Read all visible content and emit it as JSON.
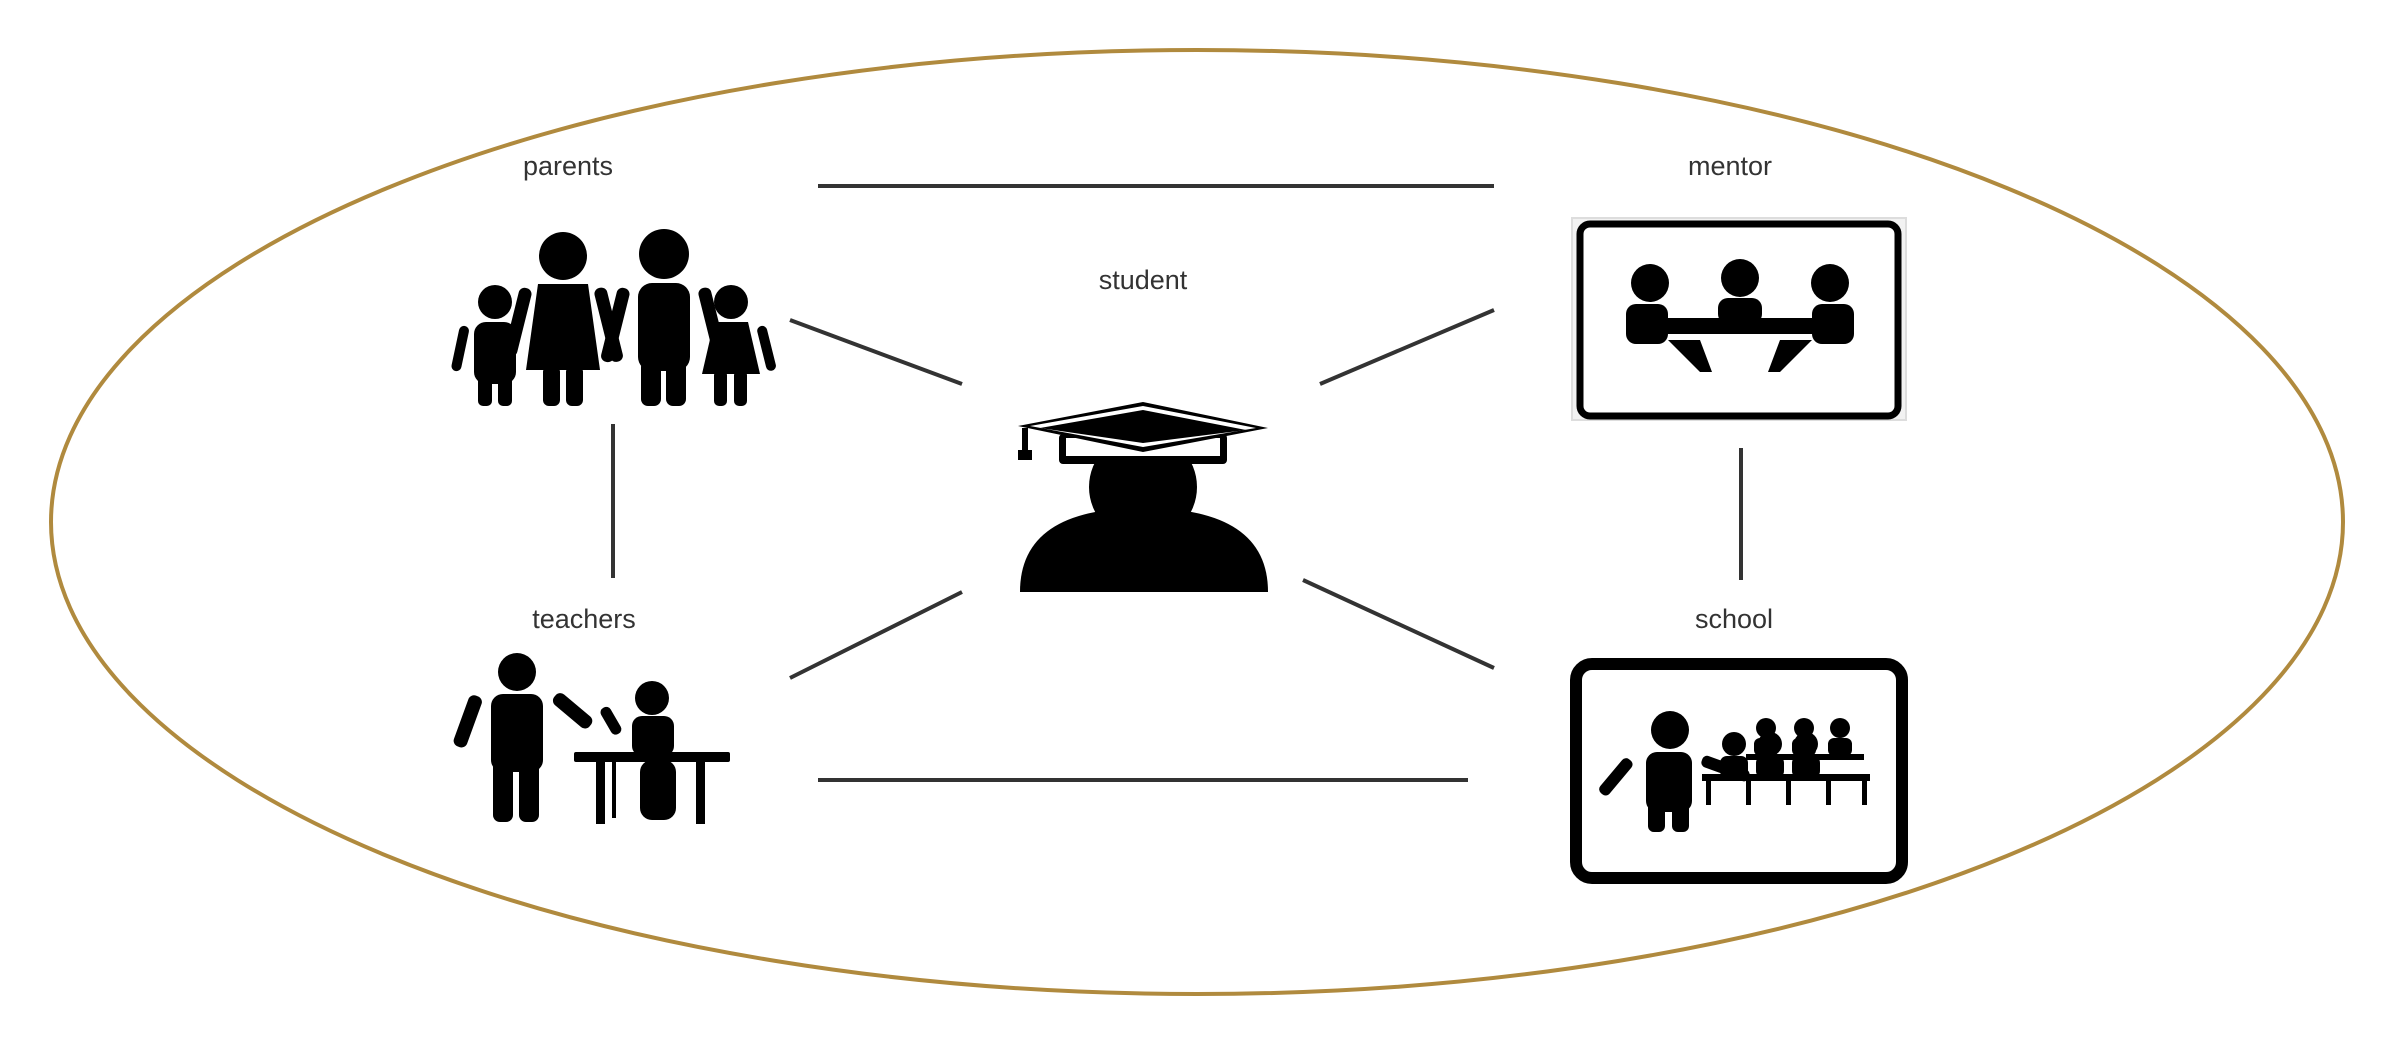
{
  "nodes": {
    "parents": {
      "label": "parents",
      "icon": "family-icon"
    },
    "mentor": {
      "label": "mentor",
      "icon": "meeting-icon"
    },
    "student": {
      "label": "student",
      "icon": "graduate-icon"
    },
    "teachers": {
      "label": "teachers",
      "icon": "teacher-icon"
    },
    "school": {
      "label": "school",
      "icon": "classroom-icon"
    }
  },
  "links": [
    [
      "parents",
      "mentor"
    ],
    [
      "parents",
      "student"
    ],
    [
      "mentor",
      "student"
    ],
    [
      "parents",
      "teachers"
    ],
    [
      "mentor",
      "school"
    ],
    [
      "teachers",
      "student"
    ],
    [
      "school",
      "student"
    ],
    [
      "teachers",
      "school"
    ]
  ],
  "colors": {
    "boundary": "#b08a3e",
    "line": "#333333",
    "icon": "#000000"
  }
}
